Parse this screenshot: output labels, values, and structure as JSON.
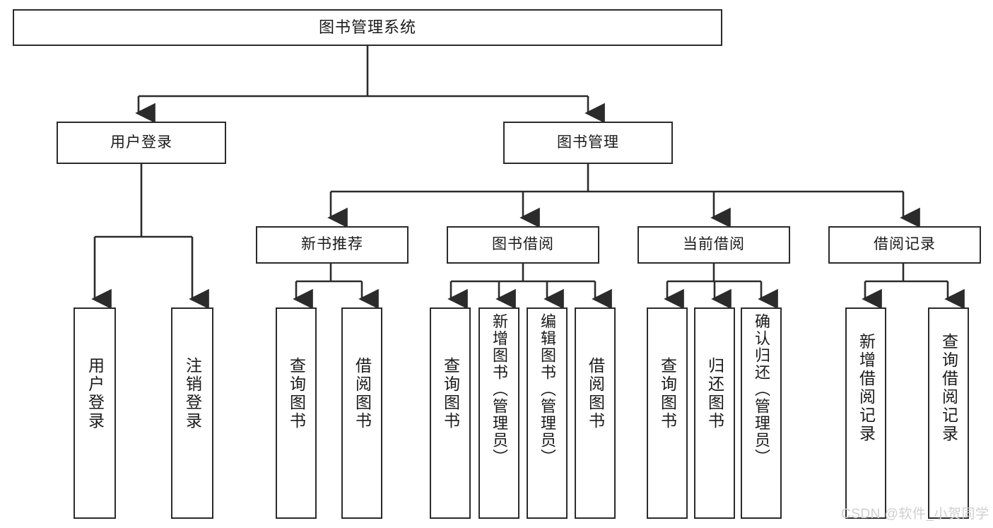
{
  "diagram": {
    "type": "tree-hierarchy",
    "title": "图书管理系统",
    "root": {
      "id": "root",
      "label": "图书管理系统"
    },
    "level2": [
      {
        "id": "user-login",
        "label": "用户登录"
      },
      {
        "id": "book-management",
        "label": "图书管理"
      }
    ],
    "level3": [
      {
        "id": "new-book-recommend",
        "label": "新书推荐",
        "parent": "book-management"
      },
      {
        "id": "book-borrow",
        "label": "图书借阅",
        "parent": "book-management"
      },
      {
        "id": "current-borrow",
        "label": "当前借阅",
        "parent": "book-management"
      },
      {
        "id": "borrow-record",
        "label": "借阅记录",
        "parent": "book-management"
      }
    ],
    "leaves": {
      "user_login": [
        {
          "id": "leaf-user-login",
          "label": "用户登录"
        },
        {
          "id": "leaf-user-logout",
          "label": "注销登录"
        }
      ],
      "new_book_recommend": [
        {
          "id": "leaf-query-book-1",
          "label": "查询图书"
        },
        {
          "id": "leaf-borrow-book-1",
          "label": "借阅图书"
        }
      ],
      "book_borrow": [
        {
          "id": "leaf-query-book-2",
          "label": "查询图书"
        },
        {
          "id": "leaf-add-book",
          "label": "新增图书（管理员）"
        },
        {
          "id": "leaf-edit-book",
          "label": "编辑图书（管理员）"
        },
        {
          "id": "leaf-borrow-book-2",
          "label": "借阅图书"
        }
      ],
      "current_borrow": [
        {
          "id": "leaf-query-book-3",
          "label": "查询图书"
        },
        {
          "id": "leaf-return-book",
          "label": "归还图书"
        },
        {
          "id": "leaf-confirm-return",
          "label": "确认归还（管理员）"
        }
      ],
      "borrow_record": [
        {
          "id": "leaf-add-record",
          "label": "新增借阅记录"
        },
        {
          "id": "leaf-query-record",
          "label": "查询借阅记录"
        }
      ]
    },
    "colors": {
      "stroke": "#2b2b2b",
      "fill": "#ffffff",
      "text": "#1a1a1a",
      "watermark": "#cfcfcf"
    }
  },
  "watermark": {
    "text": "CSDN @软件_小贺同学"
  }
}
